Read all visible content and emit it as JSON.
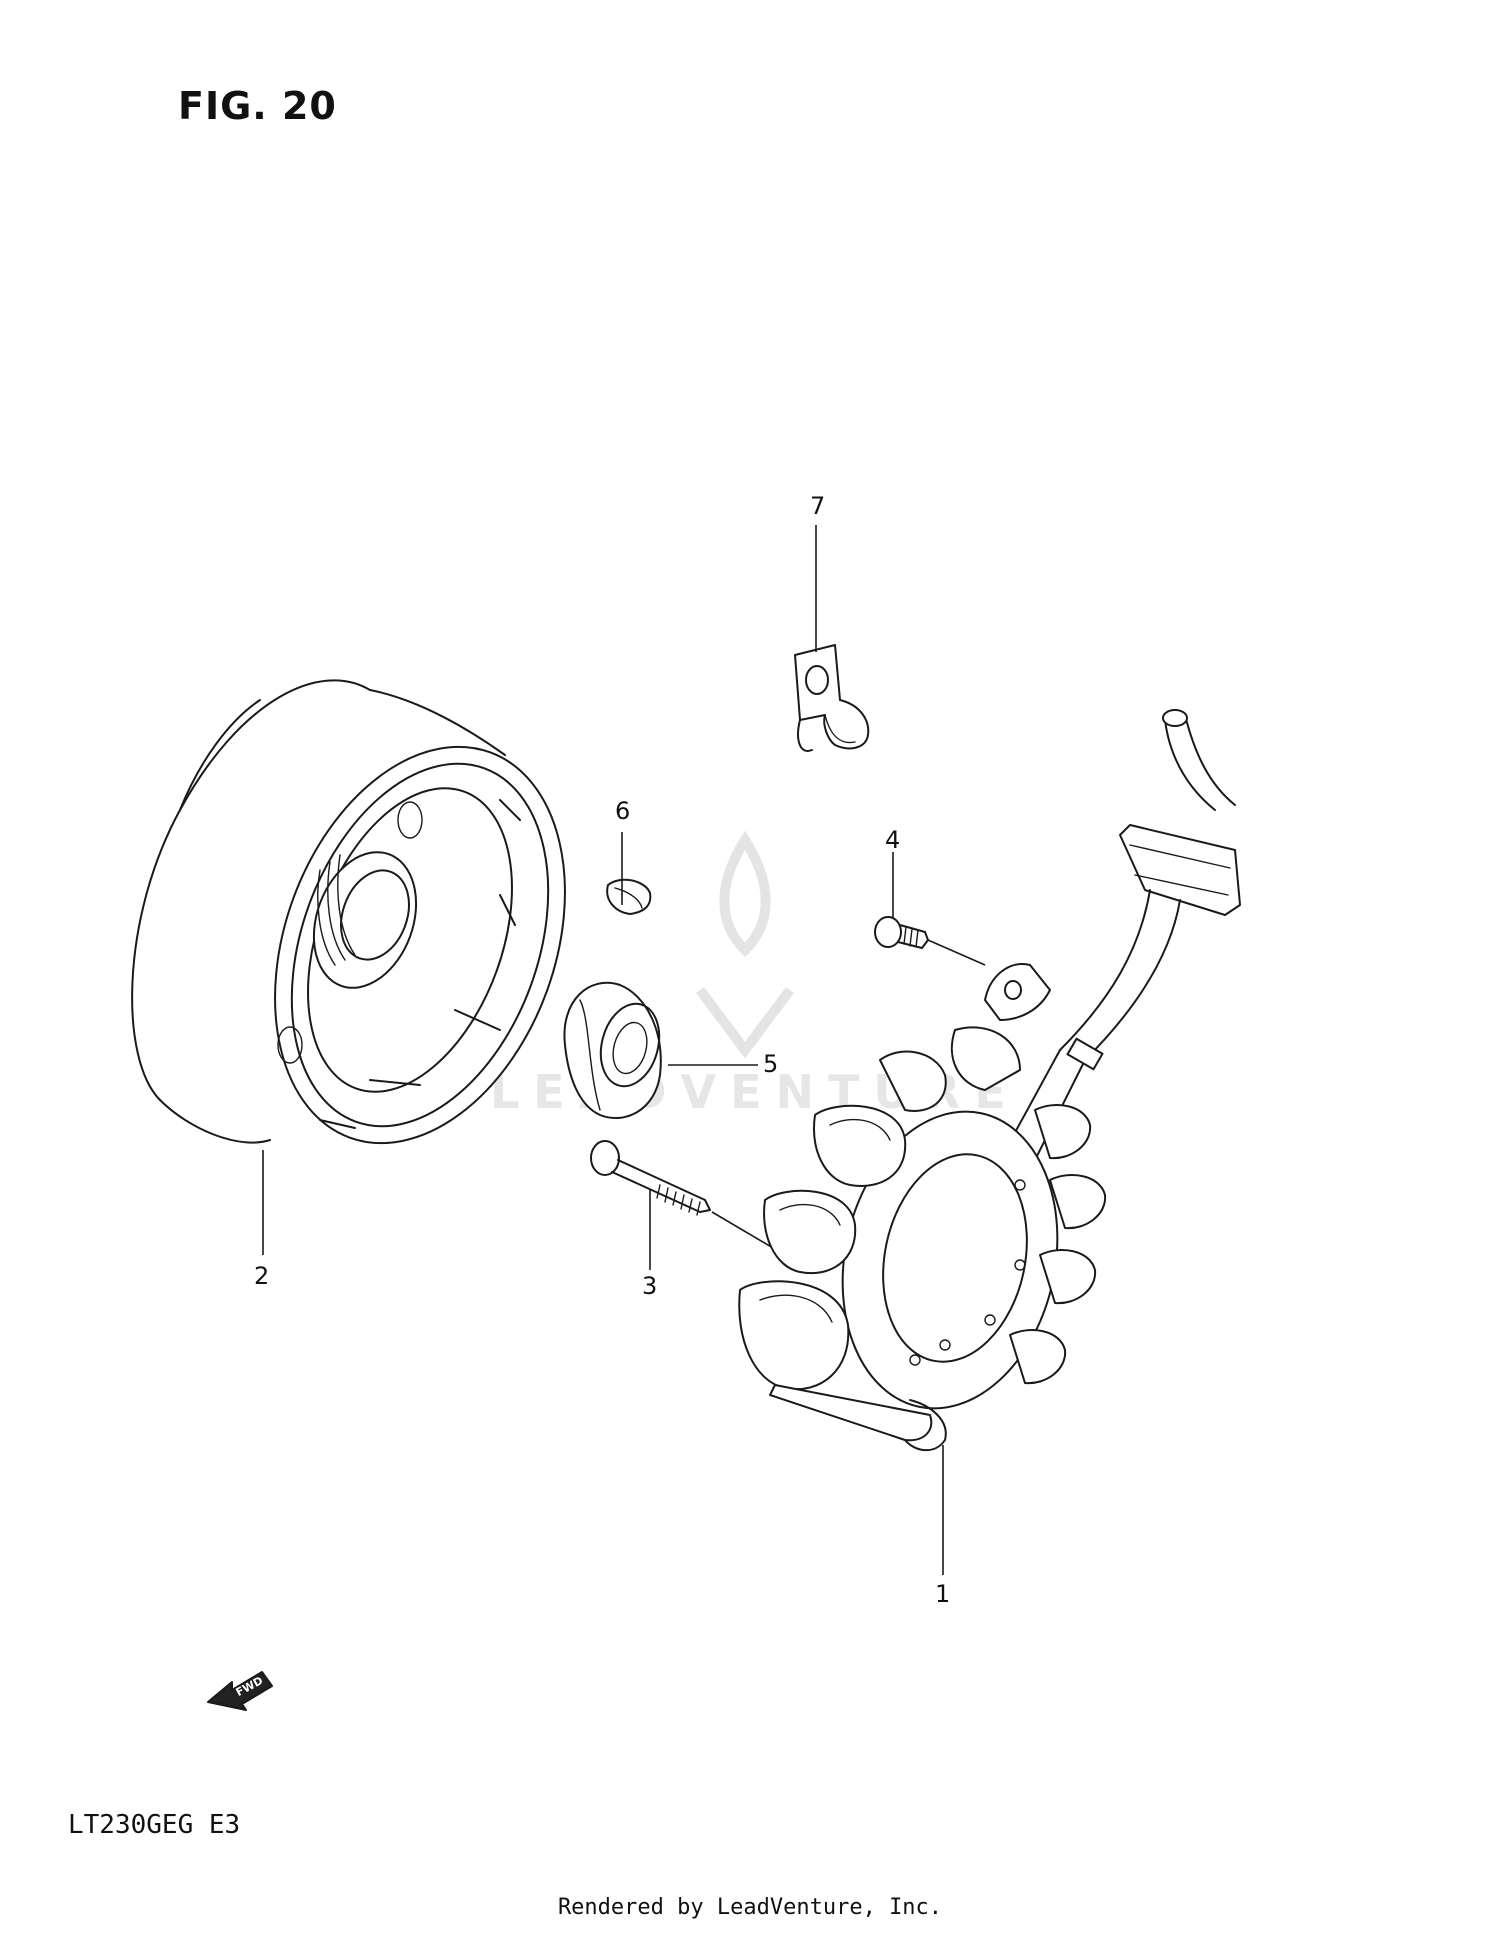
{
  "figure": {
    "title": "FIG. 20",
    "model_code": "LT230GEG E3",
    "footer": "Rendered by LeadVenture, Inc.",
    "fwd_label": "FWD"
  },
  "callouts": [
    {
      "id": "1",
      "label": "1"
    },
    {
      "id": "2",
      "label": "2"
    },
    {
      "id": "3",
      "label": "3"
    },
    {
      "id": "4",
      "label": "4"
    },
    {
      "id": "5",
      "label": "5"
    },
    {
      "id": "6",
      "label": "6"
    },
    {
      "id": "7",
      "label": "7"
    }
  ],
  "watermark": "LEADVENTURE",
  "icons": {
    "fwd": "fwd-arrow-icon",
    "logo": "leadventure-logo-icon"
  }
}
